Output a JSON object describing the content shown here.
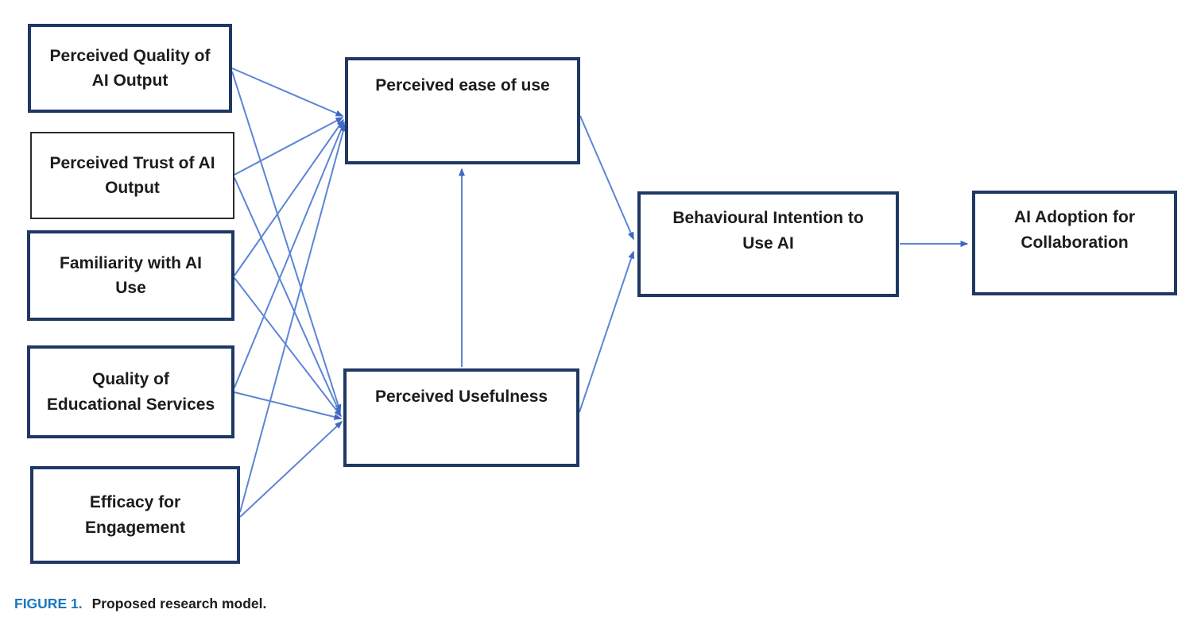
{
  "figure": {
    "caption_label": "FIGURE 1.",
    "caption_text": "Proposed research model."
  },
  "colors": {
    "node_border": "#1F3864",
    "trust_node_border": "#2B2B2B",
    "arrow_line": "#5C85D6",
    "arrow_head": "#3E68C4",
    "caption_label": "#1877BC",
    "text": "#1C1C1C"
  },
  "nodes": [
    {
      "id": "pq",
      "label": "Perceived Quality of\nAI Output"
    },
    {
      "id": "pt",
      "label": "Perceived Trust of AI\nOutput"
    },
    {
      "id": "fam",
      "label": "Familiarity with AI\nUse"
    },
    {
      "id": "qes",
      "label": "Quality of\nEducational Services"
    },
    {
      "id": "eff",
      "label": "Efficacy for\nEngagement"
    },
    {
      "id": "peou",
      "label": "Perceived ease of use"
    },
    {
      "id": "pu",
      "label": "Perceived Usefulness"
    },
    {
      "id": "bi",
      "label": "Behavioural Intention to\nUse AI"
    },
    {
      "id": "adopt",
      "label": "AI Adoption for\nCollaboration"
    }
  ],
  "edges": [
    {
      "from": "pq",
      "to": "peou"
    },
    {
      "from": "pt",
      "to": "peou"
    },
    {
      "from": "fam",
      "to": "peou"
    },
    {
      "from": "qes",
      "to": "peou"
    },
    {
      "from": "eff",
      "to": "peou"
    },
    {
      "from": "pq",
      "to": "pu"
    },
    {
      "from": "pt",
      "to": "pu"
    },
    {
      "from": "fam",
      "to": "pu"
    },
    {
      "from": "qes",
      "to": "pu"
    },
    {
      "from": "eff",
      "to": "pu"
    },
    {
      "from": "pu",
      "to": "peou"
    },
    {
      "from": "peou",
      "to": "bi"
    },
    {
      "from": "pu",
      "to": "bi"
    },
    {
      "from": "bi",
      "to": "adopt"
    }
  ]
}
